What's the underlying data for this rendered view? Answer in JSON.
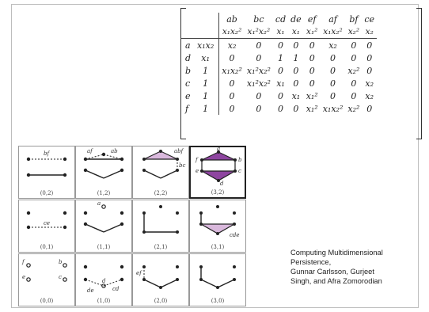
{
  "matrix": {
    "col_headers_top": [
      "ab",
      "bc",
      "cd",
      "de",
      "ef",
      "af",
      "bf",
      "ce"
    ],
    "col_headers_bottom": [
      "x₁x₂²",
      "x₁²x₂²",
      "x₁",
      "x₁",
      "x₁²",
      "x₁x₂²",
      "x₂²",
      "x₂"
    ],
    "rows": [
      {
        "label": "a",
        "grade": "x₁x₂",
        "cells": [
          "x₂",
          "0",
          "0",
          "0",
          "0",
          "x₂",
          "0",
          "0"
        ]
      },
      {
        "label": "d",
        "grade": "x₁",
        "cells": [
          "0",
          "0",
          "1",
          "1",
          "0",
          "0",
          "0",
          "0"
        ]
      },
      {
        "label": "b",
        "grade": "1",
        "cells": [
          "x₁x₂²",
          "x₁²x₂²",
          "0",
          "0",
          "0",
          "0",
          "x₂²",
          "0"
        ]
      },
      {
        "label": "c",
        "grade": "1",
        "cells": [
          "0",
          "x₁²x₂²",
          "x₁",
          "0",
          "0",
          "0",
          "0",
          "x₂"
        ]
      },
      {
        "label": "e",
        "grade": "1",
        "cells": [
          "0",
          "0",
          "0",
          "x₁",
          "x₁²",
          "0",
          "0",
          "x₂"
        ]
      },
      {
        "label": "f",
        "grade": "1",
        "cells": [
          "0",
          "0",
          "0",
          "0",
          "x₁²",
          "x₁x₂²",
          "x₂²",
          "0"
        ]
      }
    ]
  },
  "grid": {
    "captions": {
      "r0": [
        "(0,2)",
        "(1,2)",
        "(2,2)",
        "(3,2)"
      ],
      "r1": [
        "(0,1)",
        "(1,1)",
        "(2,1)",
        "(3,1)"
      ],
      "r2": [
        "(0,0)",
        "(1,0)",
        "(2,0)",
        "(3,0)"
      ]
    },
    "labels": {
      "bf": "bf",
      "af": "af",
      "ab": "ab",
      "abf": "abf",
      "bc": "bc",
      "a": "a",
      "b": "b",
      "c": "c",
      "d": "d",
      "e": "e",
      "f": "f",
      "ce": "ce",
      "cde": "cde",
      "de": "de",
      "cd": "cd",
      "ef": "ef"
    },
    "colors": {
      "light": "#d9b8dc",
      "dark": "#8e45a0",
      "edge": "#222222"
    }
  },
  "citation": {
    "line1": "Computing Multidimensional",
    "line2": "Persistence,",
    "line3": "Gunnar Carlsson, Gurjeet",
    "line4": "Singh, and Afra Zomorodian"
  }
}
